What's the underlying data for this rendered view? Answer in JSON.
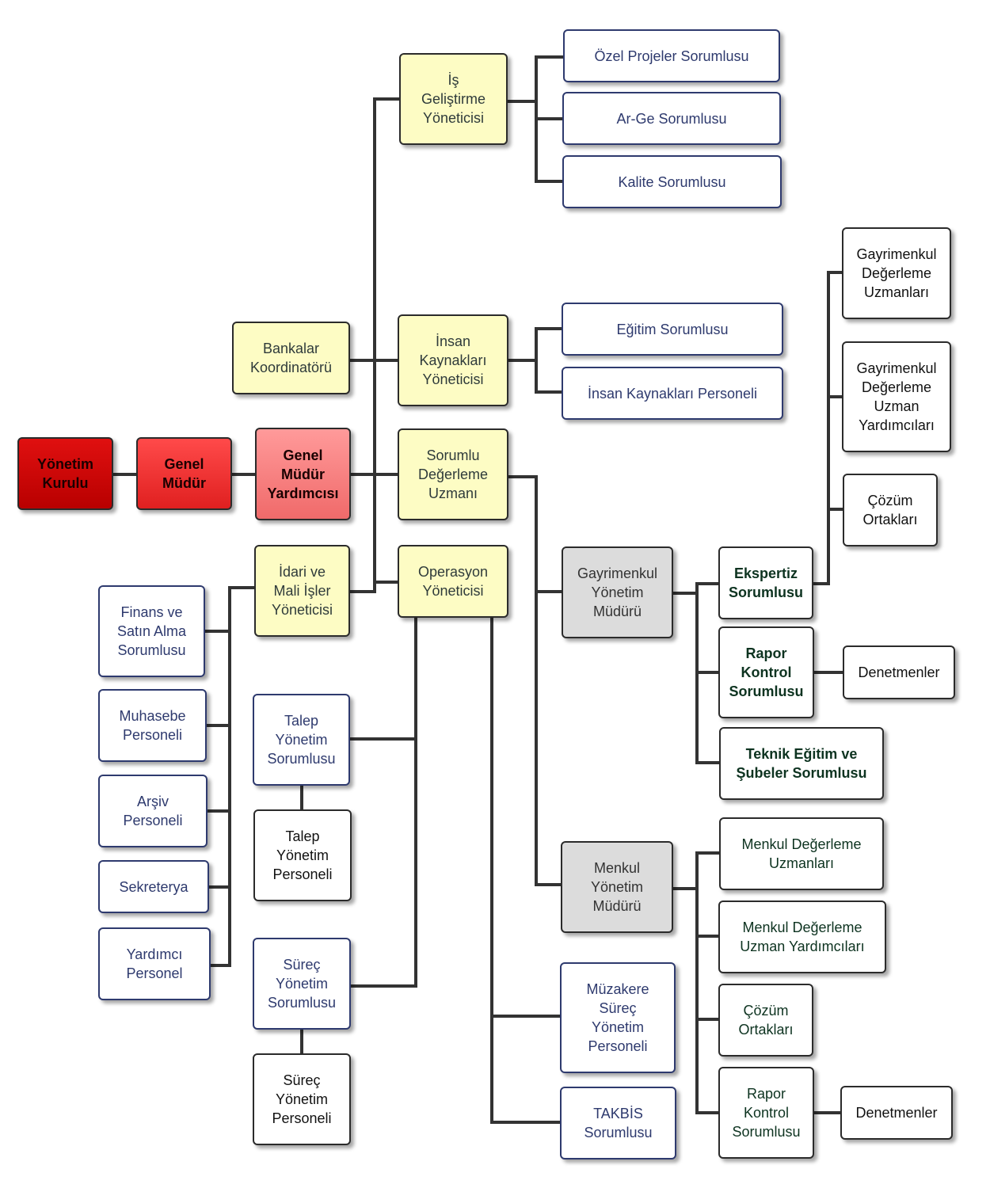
{
  "nodes": {
    "yonetim_kurulu": "Yönetim\nKurulu",
    "genel_mudur": "Genel\nMüdür",
    "genel_mudur_yardimcisi": "Genel\nMüdür\nYardımcısı",
    "bankalar_koordinatoru": "Bankalar\nKoordinatörü",
    "is_gelistirme": "İş\nGeliştirme\nYöneticisi",
    "insan_kaynaklari": "İnsan\nKaynakları\nYöneticisi",
    "sorumlu_degerleme": "Sorumlu\nDeğerleme\nUzmanı",
    "idari_mali": "İdari ve\nMali İşler\nYöneticisi",
    "operasyon": "Operasyon\nYöneticisi",
    "ozel_projeler": "Özel Projeler Sorumlusu",
    "ar_ge": "Ar-Ge Sorumlusu",
    "kalite": "Kalite Sorumlusu",
    "egitim": "Eğitim Sorumlusu",
    "ik_personeli": "İnsan Kaynakları Personeli",
    "finans": "Finans ve\nSatın Alma\nSorumlusu",
    "muhasebe": "Muhasebe\nPersoneli",
    "arsiv": "Arşiv\nPersoneli",
    "sekreterya": "Sekreterya",
    "yardimci": "Yardımcı\nPersonel",
    "talep_sorumlu": "Talep\nYönetim\nSorumlusu",
    "talep_personel": "Talep\nYönetim\nPersoneli",
    "surec_sorumlu": "Süreç\nYönetim\nSorumlusu",
    "surec_personel": "Süreç\nYönetim\nPersoneli",
    "gayrimenkul_mudur": "Gayrimenkul\nYönetim\nMüdürü",
    "menkul_mudur": "Menkul\nYönetim\nMüdürü",
    "muzakere": "Müzakere\nSüreç\nYönetim\nPersoneli",
    "takbis": "TAKBİS\nSorumlusu",
    "ekspertiz": "Ekspertiz\nSorumlusu",
    "rapor_kontrol_1": "Rapor\nKontrol\nSorumlusu",
    "teknik_egitim": "Teknik Eğitim ve\nŞubeler Sorumlusu",
    "gd_uzmanlari": "Gayrimenkul\nDeğerleme\nUzmanları",
    "gd_uzman_yardimcilari": "Gayrimenkul\nDeğerleme\nUzman\nYardımcıları",
    "cozum_ortaklari_1": "Çözüm\nOrtakları",
    "denetmenler_1": "Denetmenler",
    "menkul_uzmanlari": "Menkul Değerleme\nUzmanları",
    "menkul_uzman_yardimcilari": "Menkul Değerleme\nUzman Yardımcıları",
    "cozum_ortaklari_2": "Çözüm\nOrtakları",
    "rapor_kontrol_2": "Rapor\nKontrol\nSorumlusu",
    "denetmenler_2": "Denetmenler"
  },
  "colors": {
    "red_dark": "#c80000",
    "red_mid": "#f03030",
    "red_light": "#f88080",
    "yellow": "#fdfcc4",
    "gray": "#dcdcdc",
    "connector": "#333333"
  }
}
